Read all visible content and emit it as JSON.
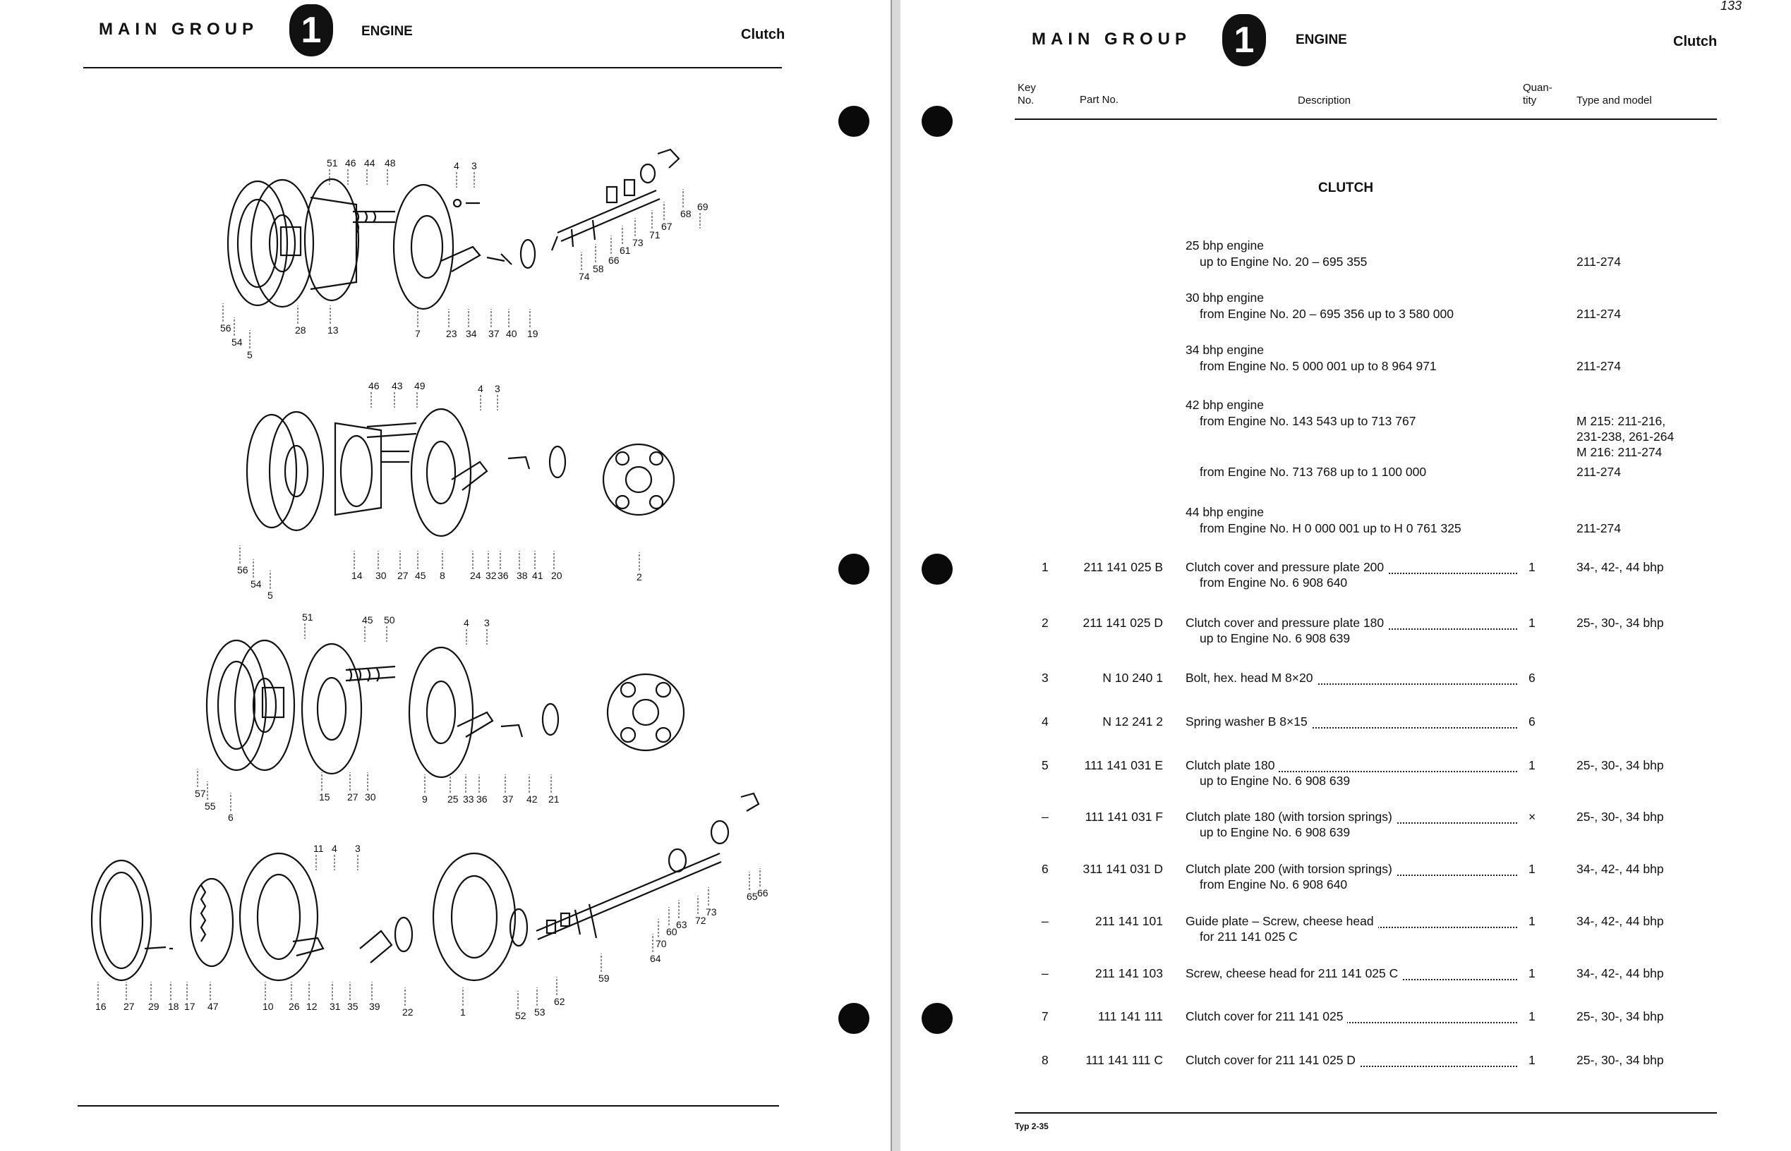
{
  "header": {
    "main_group": "MAIN GROUP",
    "group_number": "1",
    "section": "ENGINE",
    "subsection": "Clutch"
  },
  "page_number": "133",
  "columns": {
    "key_no": [
      "Key",
      "No."
    ],
    "part_no": "Part No.",
    "description": "Description",
    "quantity": [
      "Quan-",
      "tity"
    ],
    "type_model": "Type and model"
  },
  "section_title": "CLUTCH",
  "engine_notes": [
    {
      "title": "25 bhp engine",
      "lines": [
        {
          "text": "up to Engine No. 20 – 695 355",
          "model": "211-274"
        }
      ]
    },
    {
      "title": "30 bhp engine",
      "lines": [
        {
          "text": "from Engine No. 20 – 695 356 up to 3 580 000",
          "model": "211-274"
        }
      ]
    },
    {
      "title": "34 bhp engine",
      "lines": [
        {
          "text": "from Engine No. 5 000 001 up to 8 964 971",
          "model": "211-274"
        }
      ]
    },
    {
      "title": "42 bhp engine",
      "lines": [
        {
          "text": "from Engine No. 143 543 up to 713 767",
          "model_lines": [
            "M 215: 211-216,",
            "231-238, 261-264",
            "M 216: 211-274"
          ]
        },
        {
          "text": "from Engine No. 713 768 up to 1 100 000",
          "model": "211-274"
        }
      ]
    },
    {
      "title": "44 bhp engine",
      "lines": [
        {
          "text": "from Engine No. H 0 000 001 up to H 0 761 325",
          "model": "211-274"
        }
      ]
    }
  ],
  "parts": [
    {
      "key": "1",
      "part": "211 141 025 B",
      "desc": "Clutch cover and pressure plate 200",
      "sub": "from Engine No. 6 908 640",
      "qty": "1",
      "model": "34-, 42-, 44 bhp"
    },
    {
      "key": "2",
      "part": "211 141 025 D",
      "desc": "Clutch cover and pressure plate 180",
      "sub": "up to Engine No. 6 908 639",
      "qty": "1",
      "model": "25-, 30-, 34 bhp"
    },
    {
      "key": "3",
      "part": "N 10 240 1",
      "desc": "Bolt, hex. head M 8×20",
      "sub": "",
      "qty": "6",
      "model": ""
    },
    {
      "key": "4",
      "part": "N 12 241 2",
      "desc": "Spring washer B 8×15",
      "sub": "",
      "qty": "6",
      "model": ""
    },
    {
      "key": "5",
      "part": "111 141 031 E",
      "desc": "Clutch plate 180",
      "sub": "up to Engine No. 6 908 639",
      "qty": "1",
      "model": "25-, 30-, 34 bhp"
    },
    {
      "key": "–",
      "part": "111 141 031 F",
      "desc": "Clutch plate 180 (with torsion springs)",
      "sub": "up to Engine No. 6 908 639",
      "qty": "×",
      "model": "25-, 30-, 34 bhp"
    },
    {
      "key": "6",
      "part": "311 141 031 D",
      "desc": "Clutch plate 200 (with torsion springs)",
      "sub": "from Engine No. 6 908 640",
      "qty": "1",
      "model": "34-, 42-, 44 bhp"
    },
    {
      "key": "–",
      "part": "211 141 101",
      "desc": "Guide plate – Screw, cheese head",
      "sub": "for 211 141 025 C",
      "qty": "1",
      "model": "34-, 42-, 44 bhp"
    },
    {
      "key": "–",
      "part": "211 141 103",
      "desc": "Screw, cheese head for 211 141 025 C",
      "sub": "",
      "qty": "1",
      "model": "34-, 42-, 44 bhp"
    },
    {
      "key": "7",
      "part": "111 141 111",
      "desc": "Clutch cover for 211 141 025",
      "sub": "",
      "qty": "1",
      "model": "25-, 30-, 34 bhp"
    },
    {
      "key": "8",
      "part": "111 141 111 C",
      "desc": "Clutch cover for 211 141 025 D",
      "sub": "",
      "qty": "1",
      "model": "25-, 30-, 34 bhp"
    }
  ],
  "footer": "Typ 2-35",
  "diagram_labels": {
    "d1": [
      "51",
      "46",
      "44",
      "48",
      "4",
      "3",
      "56",
      "54",
      "5",
      "28",
      "13",
      "7",
      "23",
      "34",
      "37",
      "40",
      "19",
      "74",
      "58",
      "66",
      "61",
      "73",
      "71",
      "67",
      "68",
      "69"
    ],
    "d2": [
      "46",
      "43",
      "49",
      "4",
      "3",
      "56",
      "54",
      "5",
      "14",
      "30",
      "27",
      "45",
      "8",
      "24",
      "32",
      "36",
      "38",
      "41",
      "20",
      "2"
    ],
    "d3": [
      "51",
      "45",
      "50",
      "4",
      "3",
      "57",
      "55",
      "6",
      "15",
      "27",
      "30",
      "9",
      "25",
      "33",
      "36",
      "37",
      "42",
      "21"
    ],
    "d4": [
      "11",
      "4",
      "3",
      "16",
      "27",
      "29",
      "18",
      "17",
      "47",
      "10",
      "26",
      "12",
      "31",
      "35",
      "39",
      "22",
      "1",
      "52",
      "53",
      "62",
      "59",
      "64",
      "70",
      "60",
      "63",
      "72",
      "73",
      "65",
      "66"
    ]
  }
}
